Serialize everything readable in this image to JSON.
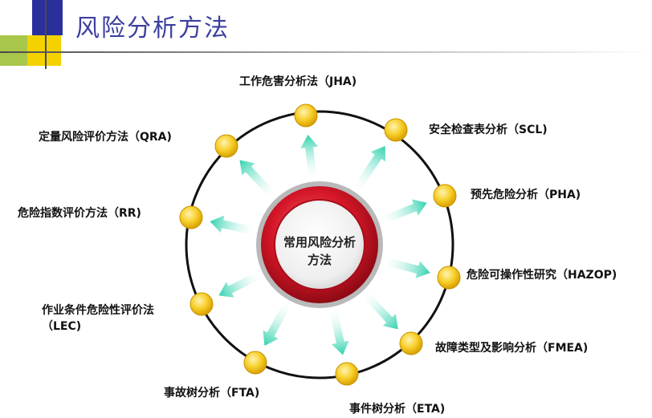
{
  "slide": {
    "title": "风险分析方法"
  },
  "center": {
    "line1": "常用风险分析",
    "line2": "方法"
  },
  "methods": [
    {
      "label": "工作危害分析法（JHA)"
    },
    {
      "label": "安全检查表分析（SCL)"
    },
    {
      "label": "预先危险分析（PHA)"
    },
    {
      "label": "危险可操作性研究（HAZOP)"
    },
    {
      "label": "故障类型及影响分析（FMEA)"
    },
    {
      "label": "事件树分析（ETA)"
    },
    {
      "label": "事故树分析（FTA)"
    },
    {
      "label_line1": "作业条件危险性评价法",
      "label_line2": "（LEC)"
    },
    {
      "label": "危险指数评价方法（RR)"
    },
    {
      "label": "定量风险评价方法（QRA)"
    }
  ],
  "colors": {
    "title": "#3b3f9e",
    "ring": "#111111",
    "node": "#f4c21f",
    "arrow": "#3fd6b5",
    "center_ring": "#c8102e"
  }
}
